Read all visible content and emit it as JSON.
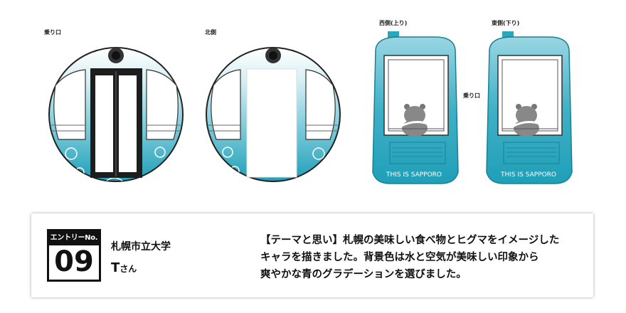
{
  "views": {
    "front": "乗り口",
    "north": "北側",
    "west": "西側(上り)",
    "east": "東側(下り)",
    "entrance_side": "乗り口"
  },
  "gondola_text": "THIS IS SAPPORO",
  "colors": {
    "teal": "#2aa6bd",
    "teal_light": "#bfe3ea",
    "dark": "#1d1d1d"
  },
  "entry": {
    "badge_label": "エントリーNo.",
    "number": "09",
    "school": "札幌市立大学",
    "author": "T",
    "author_suffix": "さん",
    "description_lines": [
      "【テーマと思い】札幌の美味しい食べ物とヒグマをイメージした",
      "キャラを描きました。背景色は水と空気が美味しい印象から",
      "爽やかな青のグラデーションを選びました。"
    ]
  }
}
